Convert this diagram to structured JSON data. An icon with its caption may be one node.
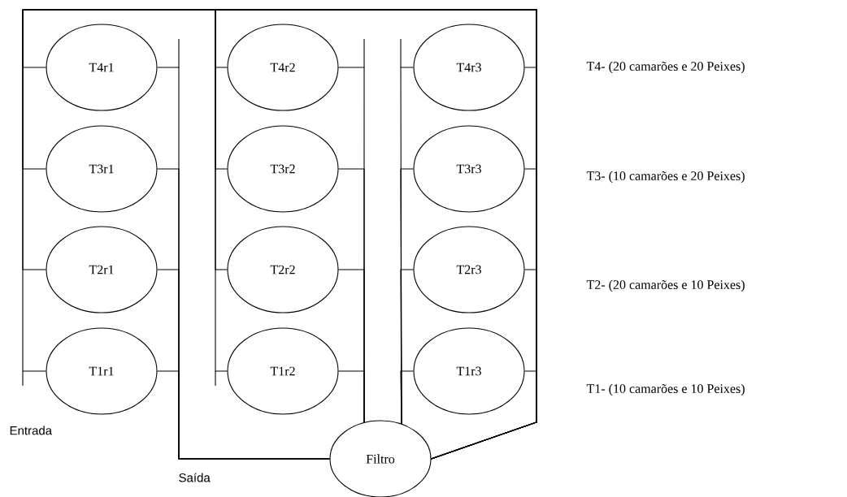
{
  "diagram": {
    "nodes": [
      {
        "text": [
          "T4r1"
        ]
      },
      {
        "text": [
          "T4r2"
        ]
      },
      {
        "text": [
          "T4r3"
        ]
      },
      {
        "text": [
          "T3r1"
        ]
      },
      {
        "text": [
          "T3r2"
        ]
      },
      {
        "text": [
          "T3r3"
        ]
      },
      {
        "text": [
          "T2r1"
        ]
      },
      {
        "text": [
          "T2r2"
        ]
      },
      {
        "text": [
          "T2r3"
        ]
      },
      {
        "text": [
          "T1r1"
        ]
      },
      {
        "text": [
          "T1r2"
        ]
      },
      {
        "text": [
          "T1r3"
        ]
      },
      {
        "text": [
          "Filtro"
        ]
      }
    ],
    "edges": [
      {
        "from": 0,
        "to": 12,
        "arrow": "none"
      },
      {
        "from": 1,
        "to": 12,
        "arrow": "none"
      },
      {
        "from": 2,
        "to": 12,
        "arrow": "none"
      },
      {
        "from": 3,
        "to": 12,
        "arrow": "none"
      },
      {
        "from": 4,
        "to": 12,
        "arrow": "none"
      },
      {
        "from": 5,
        "to": 12,
        "arrow": "none"
      },
      {
        "from": 6,
        "to": 12,
        "arrow": "none"
      },
      {
        "from": 7,
        "to": 12,
        "arrow": "none"
      },
      {
        "from": 8,
        "to": 12,
        "arrow": "none"
      },
      {
        "from": 9,
        "to": 12,
        "arrow": "none"
      },
      {
        "from": 10,
        "to": 12,
        "arrow": "none"
      },
      {
        "from": 11,
        "to": 12,
        "arrow": "none"
      },
      {
        "from": 12,
        "to": 0,
        "arrow": "none"
      },
      {
        "from": 12,
        "to": 1,
        "arrow": "none"
      },
      {
        "from": 12,
        "to": 2,
        "arrow": "none"
      },
      {
        "from": 12,
        "to": 3,
        "arrow": "none"
      },
      {
        "from": 12,
        "to": 4,
        "arrow": "none"
      },
      {
        "from": 12,
        "to": 5,
        "arrow": "none"
      },
      {
        "from": 12,
        "to": 6,
        "arrow": "none"
      },
      {
        "from": 12,
        "to": 7,
        "arrow": "none"
      },
      {
        "from": 12,
        "to": 8,
        "arrow": "none"
      },
      {
        "from": 12,
        "to": 9,
        "arrow": "none"
      },
      {
        "from": 12,
        "to": 10,
        "arrow": "none"
      },
      {
        "from": 12,
        "to": 11,
        "arrow": "none"
      }
    ],
    "labels": [
      "T4- (20 camarões e 20 Peixes)",
      "T3- (10 camarões e 20 Peixes)",
      "T2- (20 camarões e 10 Peixes)",
      "Entrada",
      "T1- (10 camarões e 10 Peixes)",
      "Saída"
    ]
  }
}
